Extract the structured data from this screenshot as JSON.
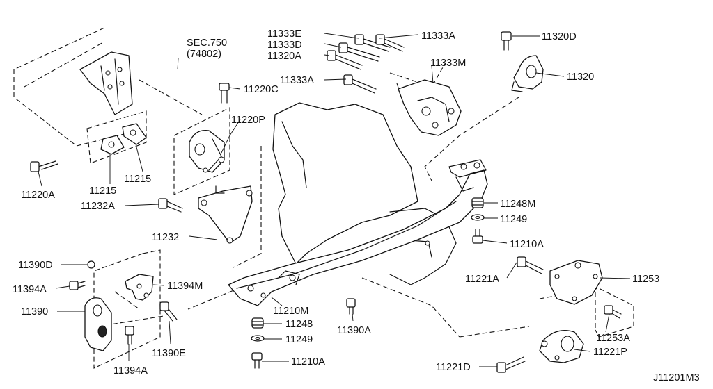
{
  "sections": {
    "sec_line1": "SEC.750",
    "sec_line2": "(74802)"
  },
  "callouts": {
    "p11333E": "11333E",
    "p11333D": "11333D",
    "p11320A": "11320A",
    "p11333A_a": "11333A",
    "p11333A_b": "11333A",
    "p11333M": "11333M",
    "p11320D": "11320D",
    "p11320": "11320",
    "p11220C": "11220C",
    "p11220P": "11220P",
    "p11220A": "11220A",
    "p11215_a": "11215",
    "p11215_b": "11215",
    "p11232A": "11232A",
    "p11232": "11232",
    "p11248M": "11248M",
    "p11249_a": "11249",
    "p11210A_a": "11210A",
    "p11221A": "11221A",
    "p11253": "11253",
    "p11390D": "11390D",
    "p11394A_a": "11394A",
    "p11394M": "11394M",
    "p11390": "11390",
    "p11390E": "11390E",
    "p11394A_b": "11394A",
    "p11210M": "11210M",
    "p11390A": "11390A",
    "p11248": "11248",
    "p11249_b": "11249",
    "p11210A_b": "11210A",
    "p11253A": "11253A",
    "p11221P": "11221P",
    "p11221D": "11221D"
  },
  "diagram_id": "J11201M3"
}
